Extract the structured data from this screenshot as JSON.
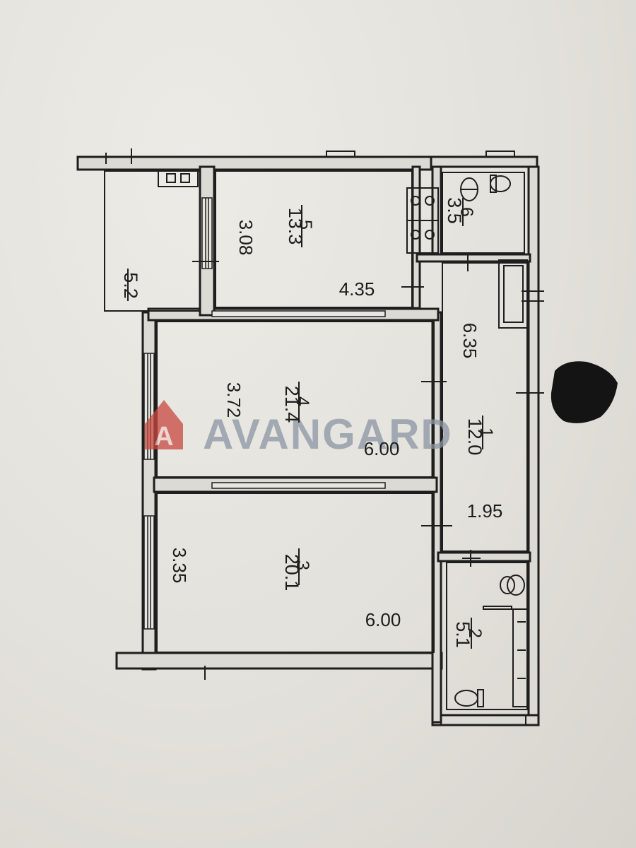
{
  "watermark": {
    "text": "AVANGARD",
    "logo_letter": "A",
    "logo_color": "#c8483f",
    "text_color": "#8b95a3"
  },
  "rooms": [
    {
      "number": "1",
      "area": "12.0"
    },
    {
      "number": "2",
      "area": "5.1"
    },
    {
      "number": "3",
      "area": "20.1"
    },
    {
      "number": "4",
      "area": "21.4"
    },
    {
      "number": "5",
      "area": "13.3"
    },
    {
      "number": "6",
      "area": "3.5"
    },
    {
      "area": "5.2"
    }
  ],
  "dimensions": {
    "room5_side": "3.08",
    "room5_width": "4.35",
    "room4_side": "3.72",
    "room4_width": "6.00",
    "room3_side": "3.35",
    "room3_width": "6.00",
    "hall_length": "6.35",
    "hall_width": "1.95"
  },
  "colors": {
    "line": "#1e1e1e",
    "wall_fill": "#dcdad4",
    "paper": "#e6e4de"
  }
}
